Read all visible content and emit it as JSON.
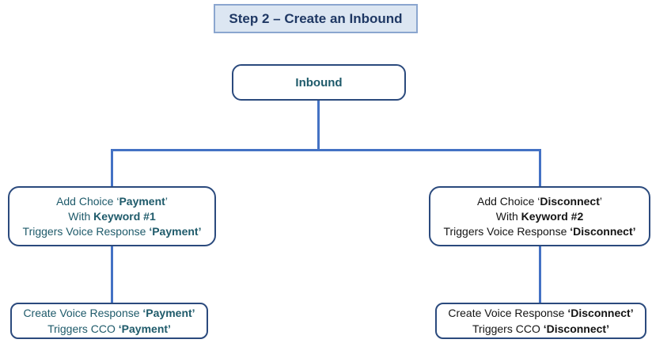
{
  "title": {
    "label": "Step 2 – Create an Inbound"
  },
  "nodes": {
    "inbound": {
      "label": "Inbound"
    },
    "mid_left": {
      "lines": [
        {
          "pre": "Add Choice ‘",
          "bold": "Payment",
          "post": "’"
        },
        {
          "pre": "With ",
          "bold": "Keyword #1",
          "post": ""
        },
        {
          "pre": "Triggers Voice Response ",
          "bold": "‘Payment’",
          "post": ""
        }
      ]
    },
    "mid_right": {
      "lines": [
        {
          "pre": "Add Choice ‘",
          "bold": "Disconnect",
          "post": "’"
        },
        {
          "pre": "With ",
          "bold": "Keyword #2",
          "post": ""
        },
        {
          "pre": "Triggers Voice Response ",
          "bold": "‘Disconnect’",
          "post": ""
        }
      ]
    },
    "bottom_left": {
      "lines": [
        {
          "pre": "Create Voice Response ",
          "bold": "‘Payment’",
          "post": ""
        },
        {
          "pre": "Triggers CCO ",
          "bold": "‘Payment’",
          "post": ""
        }
      ]
    },
    "bottom_right": {
      "lines": [
        {
          "pre": "Create Voice Response ",
          "bold": "‘Disconnect’",
          "post": ""
        },
        {
          "pre": "Triggers CCO ",
          "bold": "‘Disconnect’",
          "post": ""
        }
      ]
    }
  },
  "colors": {
    "connector_line": "#4472c4",
    "node_border": "#2b4a7d",
    "title_background": "#dce6f2",
    "title_border": "#8ba6cf",
    "title_text": "#1f3864",
    "teal_text": "#1e5a6a",
    "dark_text": "#141414"
  }
}
